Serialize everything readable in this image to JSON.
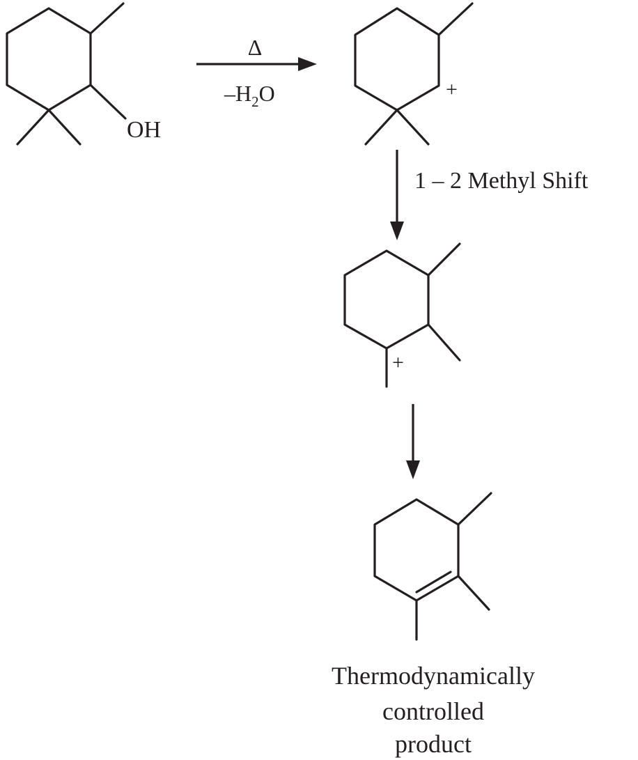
{
  "reaction": {
    "step1": {
      "reagent_top": "Δ",
      "reagent_bottom_prefix": "–H",
      "reagent_bottom_subscript": "2",
      "reagent_bottom_suffix": "O"
    },
    "step2": {
      "label": "1 – 2 Methyl Shift"
    }
  },
  "molecules": {
    "starting_alcohol": {
      "substituent": "OH"
    },
    "carbocation_1": {
      "charge": "+"
    },
    "carbocation_2": {
      "charge": "+"
    }
  },
  "product": {
    "caption_line1": "Thermodynamically",
    "caption_line2": "controlled",
    "caption_line3": "product"
  }
}
